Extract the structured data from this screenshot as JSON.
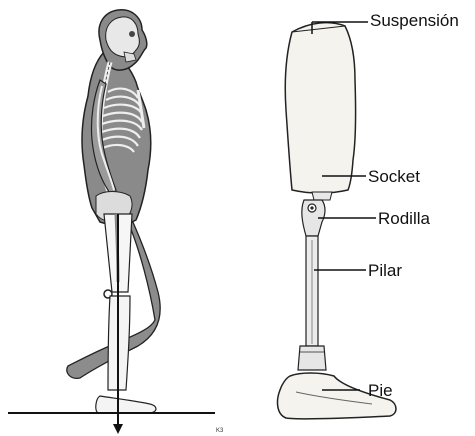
{
  "labels": {
    "suspension": "Suspensión",
    "socket": "Socket",
    "rodilla": "Rodilla",
    "pilar": "Pilar",
    "pie": "Pie"
  },
  "corner_mark": "K3",
  "colors": {
    "line": "#111111",
    "body_fill": "#8a8a8a",
    "prosthesis_fill": "#f4f3ee"
  }
}
